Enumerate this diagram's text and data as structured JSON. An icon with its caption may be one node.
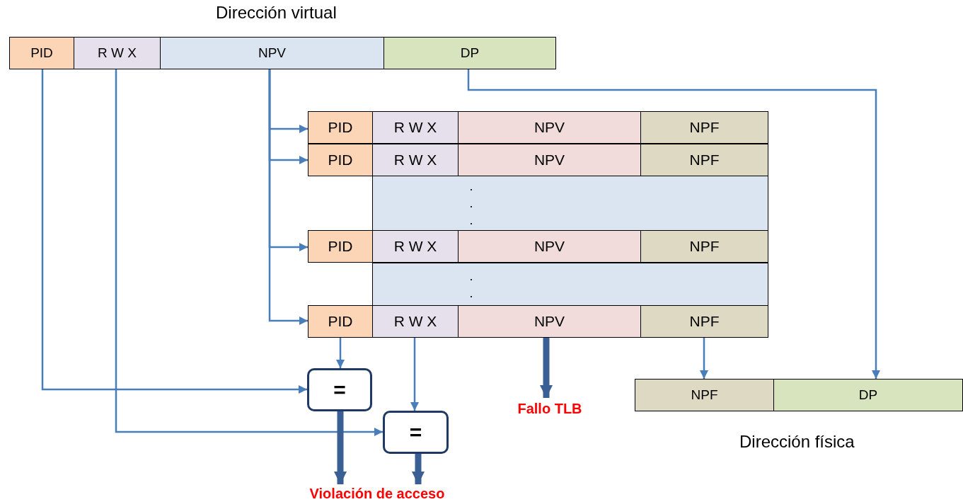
{
  "diagram": {
    "nodes": [
      {
        "text": [
          "PID"
        ]
      },
      {
        "text": [
          "R W X"
        ]
      },
      {
        "text": [
          "NPV"
        ]
      },
      {
        "text": [
          "DP"
        ]
      },
      {
        "text": [
          "PID"
        ]
      },
      {
        "text": [
          "R W X"
        ]
      },
      {
        "text": [
          "NPV"
        ]
      },
      {
        "text": [
          "NPF"
        ]
      },
      {
        "text": [
          "PID"
        ]
      },
      {
        "text": [
          "R W X"
        ]
      },
      {
        "text": [
          "NPV"
        ]
      },
      {
        "text": [
          "NPF"
        ]
      },
      {
        "text": [
          ". . ."
        ]
      },
      {
        "text": [
          "PID"
        ]
      },
      {
        "text": [
          "R W X"
        ]
      },
      {
        "text": [
          "NPV"
        ]
      },
      {
        "text": [
          "NPF"
        ]
      },
      {
        "text": [
          ". ."
        ]
      },
      {
        "text": [
          "PID"
        ]
      },
      {
        "text": [
          "R W X"
        ]
      },
      {
        "text": [
          "NPV"
        ]
      },
      {
        "text": [
          "NPF"
        ]
      },
      {
        "text": [
          "="
        ]
      },
      {
        "text": [
          "="
        ]
      },
      {
        "text": [
          "NPF"
        ]
      },
      {
        "text": [
          "DP"
        ]
      },
      {
        "text": [
          "Fallo TLB"
        ]
      },
      {
        "text": [
          "Violación de acceso"
        ]
      }
    ],
    "edges": [
      {
        "from": 2,
        "to": 4,
        "arrow": "to"
      },
      {
        "from": 2,
        "to": 8,
        "arrow": "to"
      },
      {
        "from": 2,
        "to": 13,
        "arrow": "to"
      },
      {
        "from": 2,
        "to": 18,
        "arrow": "to"
      },
      {
        "from": 3,
        "to": 25,
        "arrow": "to"
      },
      {
        "from": 0,
        "to": 22,
        "arrow": "to"
      },
      {
        "from": 1,
        "to": 23,
        "arrow": "to"
      },
      {
        "from": 18,
        "to": 22,
        "arrow": "to"
      },
      {
        "from": 19,
        "to": 23,
        "arrow": "to"
      },
      {
        "from": 20,
        "to": 26,
        "arrow": "to",
        "style": "thick",
        "color": "#3a5f94"
      },
      {
        "from": 21,
        "to": 24,
        "arrow": "to"
      },
      {
        "from": 22,
        "to": 27,
        "arrow": "to",
        "style": "thick",
        "color": "#3a5f94"
      },
      {
        "from": 23,
        "to": 27,
        "arrow": "to",
        "style": "thick",
        "color": "#3a5f94"
      }
    ],
    "labels": [
      "Dirección virtual",
      "Dirección física"
    ]
  }
}
